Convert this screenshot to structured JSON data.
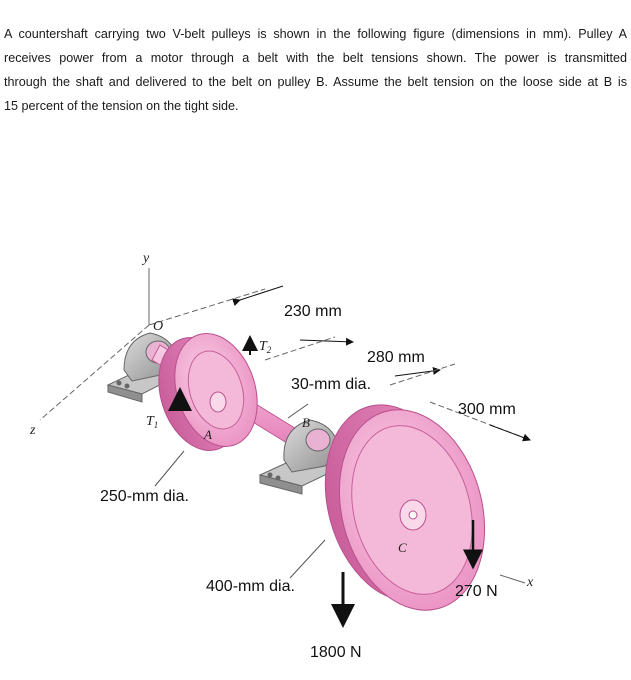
{
  "problem": {
    "lines": [
      "A countershaft carrying two V-belt pulleys is shown in the following figure (dimensions in mm). Pulley A",
      "receives power from a motor through a belt with the belt tensions shown. The power is transmitted",
      "through the shaft and delivered to the belt on pulley B. Assume the belt tension on the loose side at B is",
      "15 percent of the tension on the tight side."
    ]
  },
  "figure": {
    "axis_y": "y",
    "axis_z": "z",
    "axis_x": "x",
    "origin": "O",
    "point_a": "A",
    "point_b": "B",
    "point_c": "C",
    "tension_1": "T",
    "tension_1_sub": "1",
    "tension_2": "T",
    "tension_2_sub": "2",
    "dim_230": "230 mm",
    "dim_280": "280 mm",
    "dim_300": "300 mm",
    "shaft_dia": "30-mm dia.",
    "pulley_a_dia": "250-mm dia.",
    "pulley_c_dia": "400-mm dia.",
    "force_1800": "1800 N",
    "force_270": "270 N"
  },
  "colors": {
    "pulley_pink": "#e98bc0",
    "pulley_light": "#f6c2dd",
    "pulley_dark": "#b9508c",
    "bearing_gray": "#b8b8b8"
  }
}
